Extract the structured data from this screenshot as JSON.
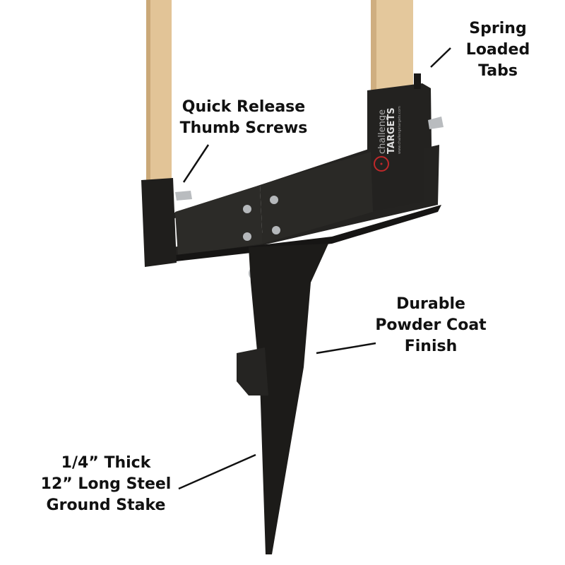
{
  "callouts": {
    "spring_tabs": [
      "Spring",
      "Loaded",
      "Tabs"
    ],
    "thumb_screws": [
      "Quick Release",
      "Thumb Screws"
    ],
    "powder_coat": [
      "Durable",
      "Powder Coat",
      "Finish"
    ],
    "ground_stake": [
      "1/4” Thick",
      "12” Long Steel",
      "Ground Stake"
    ]
  },
  "logo": {
    "line1": "challenge",
    "line2": "TARGETS",
    "url": "www.challengetargets.com"
  },
  "colors": {
    "steel": "#1e1d1b",
    "wood": "#e2c497",
    "text": "#111111",
    "logo_ring": "#c0282a"
  }
}
